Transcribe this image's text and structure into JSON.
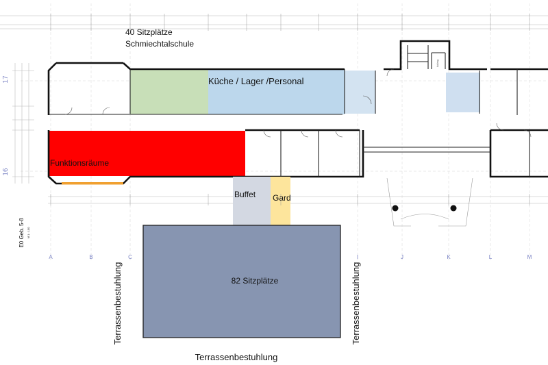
{
  "header": {
    "line1": "40 Sitzplätze",
    "line2": "Schmiechtalschule"
  },
  "rooms": {
    "kitchen": "Küche / Lager /Personal",
    "function": "Funktionsräume",
    "buffet": "Buffet",
    "gard": "Gard",
    "terrace": "82  Sitzplätze",
    "lift": "Aufzug"
  },
  "terrace_seating": {
    "left": "Terrassenbestuhlung",
    "right": "Terrassenbestuhlung",
    "bottom": "Terrassenbestuhlung"
  },
  "side_label": {
    "title": "E0 Geb. 5-8",
    "scale": "M 1 : 100"
  },
  "axis_numbers": {
    "top": "17",
    "bottom": "16"
  },
  "grid_letters": [
    "A",
    "B",
    "C",
    "I",
    "J",
    "K",
    "L",
    "M"
  ],
  "colors": {
    "green": "#c8dfb8",
    "blue": "#bcd7ec",
    "red": "#ff0000",
    "buffet": "#d3d8e2",
    "gard": "#fde59c",
    "terrace": "#8795b1",
    "axis": "#7a83c4",
    "orange": "#f0a030"
  }
}
